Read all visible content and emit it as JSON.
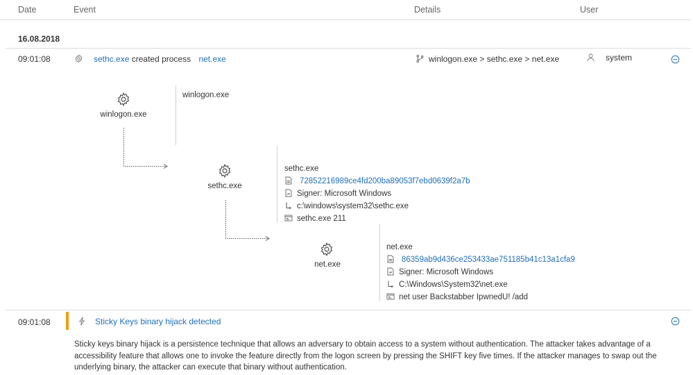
{
  "headers": {
    "date": "Date",
    "event": "Event",
    "details": "Details",
    "user": "User"
  },
  "date_group": "16.08.2018",
  "event1": {
    "time": "09:01:08",
    "source": "sethc.exe",
    "action": "created process",
    "target": "net.exe",
    "chain": "winlogon.exe > sethc.exe > net.exe",
    "user": "system"
  },
  "tree": {
    "node1": {
      "label": "winlogon.exe",
      "detail_name": "winlogon.exe"
    },
    "node2": {
      "label": "sethc.exe",
      "name": "sethc.exe",
      "hash": "72852216989ce4fd200ba89053f7ebd0639f2a7b",
      "signer": "Signer: Microsoft Windows",
      "path": "c:\\windows\\system32\\sethc.exe",
      "cmd": "sethc.exe 211"
    },
    "node3": {
      "label": "net.exe",
      "name": "net.exe",
      "hash": "86359ab9d436ce253433ae751185b41c13a1cfa9",
      "signer": "Signer: Microsoft Windows",
      "path": "C:\\Windows\\System32\\net.exe",
      "cmd": "net user Backstabber IpwnedU! /add"
    }
  },
  "event2": {
    "time": "09:01:08",
    "title": "Sticky Keys binary hijack detected",
    "description": "Sticky keys binary hijack is a persistence technique that allows an adversary to obtain access to a system without authentication. The attacker takes advantage of a accessibility feature that allows one to invoke the feature directly from the logon screen by pressing the SHIFT key five times. If the attacker manages to swap out the underlying binary, the attacker can execute that binary without authentication."
  },
  "colors": {
    "link": "#1f6fb8",
    "alert": "#f39c12",
    "divider": "#dcdcdc"
  },
  "icons": {
    "process": "gear-icon",
    "chain": "branch-icon",
    "user": "person-icon",
    "collapse": "collapse-icon",
    "alert": "lightning-icon",
    "hash": "hash-icon",
    "signer": "signature-icon",
    "path": "path-icon",
    "cmd": "cmd-icon"
  }
}
